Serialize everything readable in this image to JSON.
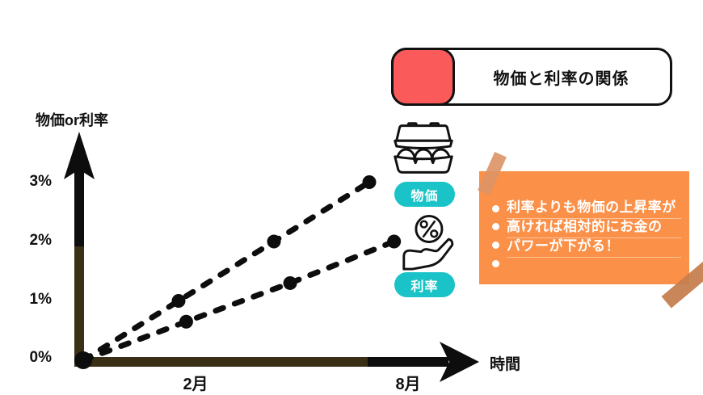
{
  "title_banner": {
    "label": "物価と利率の関係",
    "accent_color": "#fb5a5a"
  },
  "chart": {
    "y_axis_title": "物価or利率",
    "x_axis_title": "時間",
    "y_ticks": [
      "3%",
      "2%",
      "1%",
      "0%"
    ],
    "x_ticks": [
      "2月",
      "8月"
    ],
    "axis_color": "#3a3018",
    "series_color": "#0d0d0d"
  },
  "legend": {
    "price": {
      "label": "物価",
      "icon": "egg-carton-icon"
    },
    "rate": {
      "label": "利率",
      "icon": "hand-percent-icon"
    },
    "badge_color": "#1ac3c7"
  },
  "note": {
    "lines": [
      "利率よりも物価の上昇率が",
      "高ければ相対的にお金の",
      "パワーが下がる！"
    ],
    "bg_color": "#fb9048",
    "tape_color": "#d98f60"
  },
  "chart_data": {
    "type": "line",
    "title": "物価と利率の関係",
    "xlabel": "時間",
    "ylabel": "物価or利率",
    "x_tick_labels": [
      "2月",
      "8月"
    ],
    "y_tick_labels": [
      "0%",
      "1%",
      "2%",
      "3%"
    ],
    "ylim": [
      0,
      3.5
    ],
    "grid": false,
    "legend_position": "right-icon-badges",
    "style": "black dashed lines with round dot markers, origin shared at 0%",
    "series": [
      {
        "name": "物価",
        "x": [
          0,
          1,
          2,
          3
        ],
        "y_pct": [
          0,
          1,
          2,
          3
        ]
      },
      {
        "name": "利率",
        "x": [
          0,
          1.08,
          2.17,
          3.26
        ],
        "y_pct": [
          0,
          0.65,
          1.3,
          2
        ]
      }
    ]
  }
}
